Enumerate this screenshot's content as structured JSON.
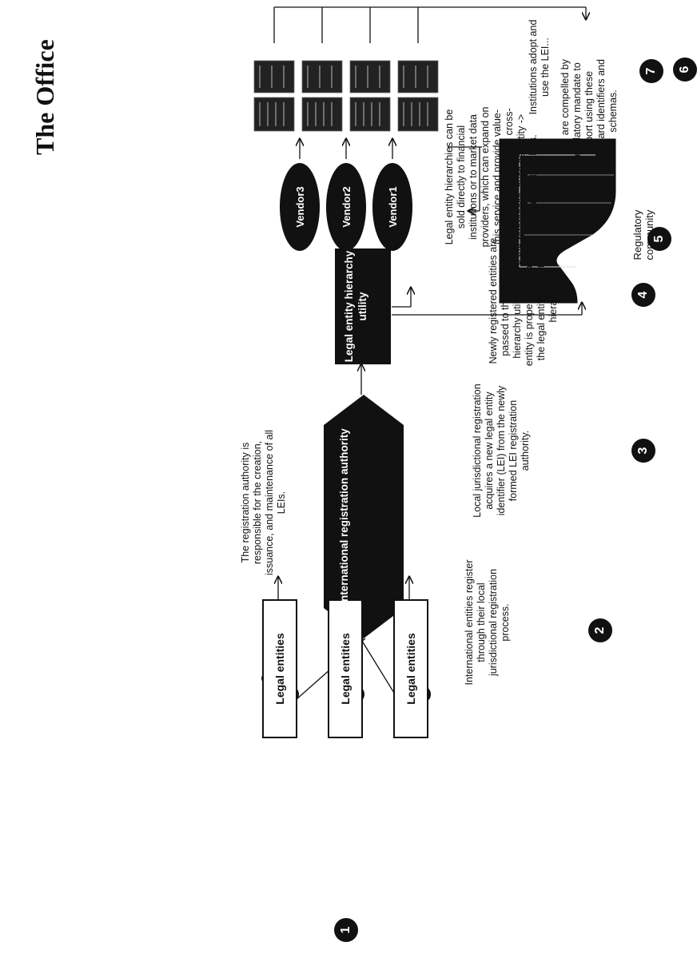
{
  "title": "The Office",
  "steps": [
    {
      "number": "1"
    },
    {
      "number": "2",
      "text": "International entities register through their local jurisdictional registration process."
    },
    {
      "number": "3",
      "text": "Local jurisdictional registration acquires a new legal entity identifier (LEI) from the newly formed LEI registration authority."
    },
    {
      "number": "4",
      "text": "Newly registered entities are passed to the legal entity hierarchy utility, where the entity is properly mapped into the legal entity parent-child hierarchy."
    },
    {
      "number": "5",
      "text": "Legal entity hierarchies can be sold directly to financial institutions or to market data providers, which can expand on this service and provide value-added aggregations and cross-references, such as entity -> issue relationships."
    },
    {
      "number": "6",
      "text": "Institutions adopt and use the LEI..."
    },
    {
      "number": "7",
      "text": "...and are compelled by regulatory mandate to report using these standard identifiers and schemas."
    }
  ],
  "legal_entities": [
    "Legal entities",
    "Legal entities",
    "Legal entities"
  ],
  "registration_authority": {
    "label": "International registration authority",
    "description": "The registration authority is responsible for the creation, issuance, and maintenance of all LEIs."
  },
  "hierarchy_utility": {
    "label": "Legal entity hierarchy utility"
  },
  "vendors": [
    "Vendor1",
    "Vendor2",
    "Vendor3"
  ],
  "regulatory": {
    "label": "Regulatory community"
  },
  "colors": {
    "dark": "#111111",
    "background": "#ffffff"
  }
}
